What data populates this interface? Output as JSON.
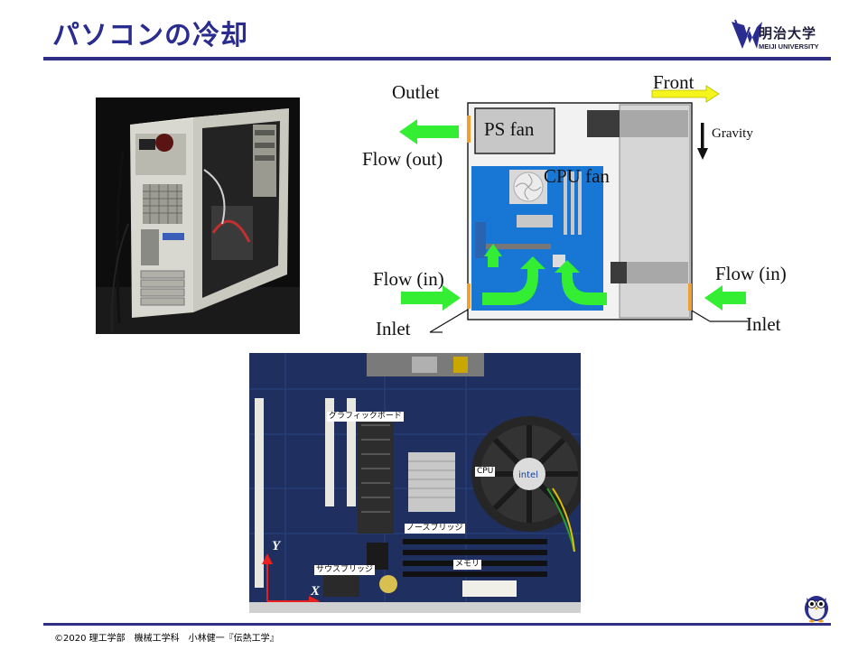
{
  "header": {
    "title": "パソコンの冷却",
    "logo_name": "明治大学",
    "logo_university": "MEIJI UNIVERSITY"
  },
  "diagram": {
    "front": "Front",
    "gravity": "Gravity",
    "outlet": "Outlet",
    "ps_fan": "PS fan",
    "flow_out": "Flow (out)",
    "cpu_fan": "CPU fan",
    "flow_in_left": "Flow (in)",
    "flow_in_right": "Flow (in)",
    "inlet_left": "Inlet",
    "inlet_right": "Inlet"
  },
  "motherboard": {
    "graphics_board": "グラフィックボード",
    "cpu": "CPU",
    "north_bridge": "ノースブリッジ",
    "memory": "メモリ",
    "south_bridge": "サウスブリッジ",
    "axis_y": "Y",
    "axis_x": "X"
  },
  "footer": {
    "credit": "©2020 理工学部　機械工学科　小林健一『伝熱工学』"
  },
  "colors": {
    "title": "#2a2d8f",
    "rule": "#2f2f86",
    "flow_arrow": "#33ee33",
    "front_arrow": "#f5f51e",
    "board_blue": "#1877d4",
    "inlet_strip": "#f0a030"
  }
}
